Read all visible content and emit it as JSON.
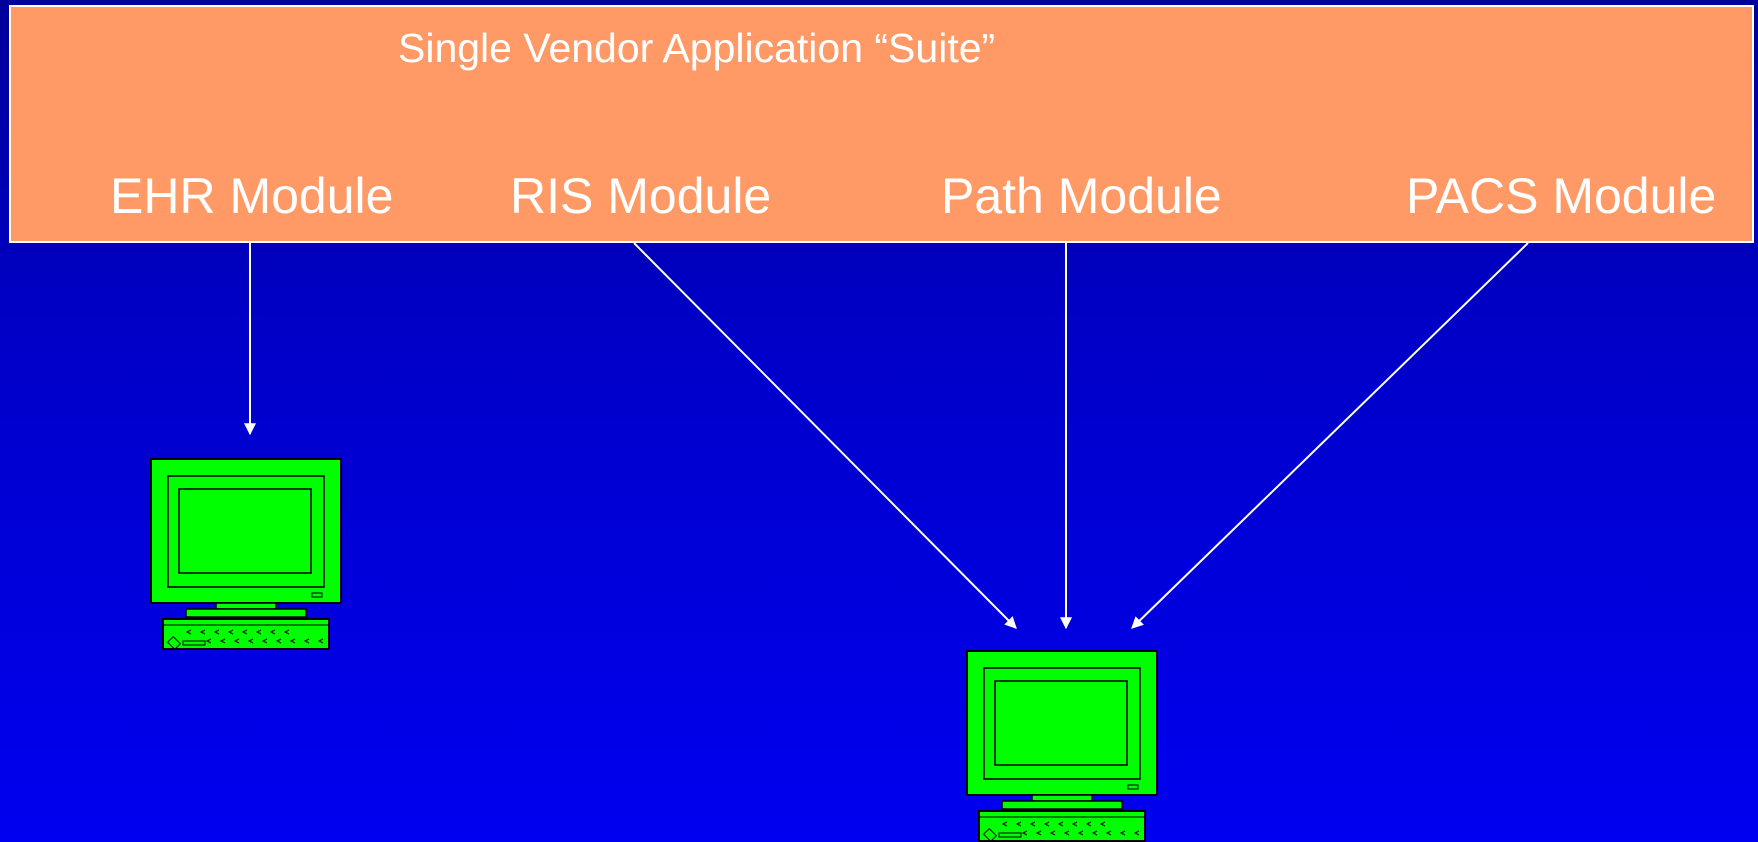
{
  "suite": {
    "title": "Single Vendor Application “Suite”",
    "fill_color": "#ff9966",
    "border_color": "#ffffff"
  },
  "modules": [
    {
      "label": "EHR Module"
    },
    {
      "label": "RIS Module"
    },
    {
      "label": "Path Module"
    },
    {
      "label": "PACS Module"
    }
  ],
  "workstations": [
    {
      "icon": "computer-icon",
      "color": "#00ff00"
    },
    {
      "icon": "computer-icon",
      "color": "#00ff00"
    }
  ],
  "colors": {
    "background_top": "#00009a",
    "background_bottom": "#0000f0",
    "arrow": "#ffffff",
    "text": "#ffffff"
  }
}
